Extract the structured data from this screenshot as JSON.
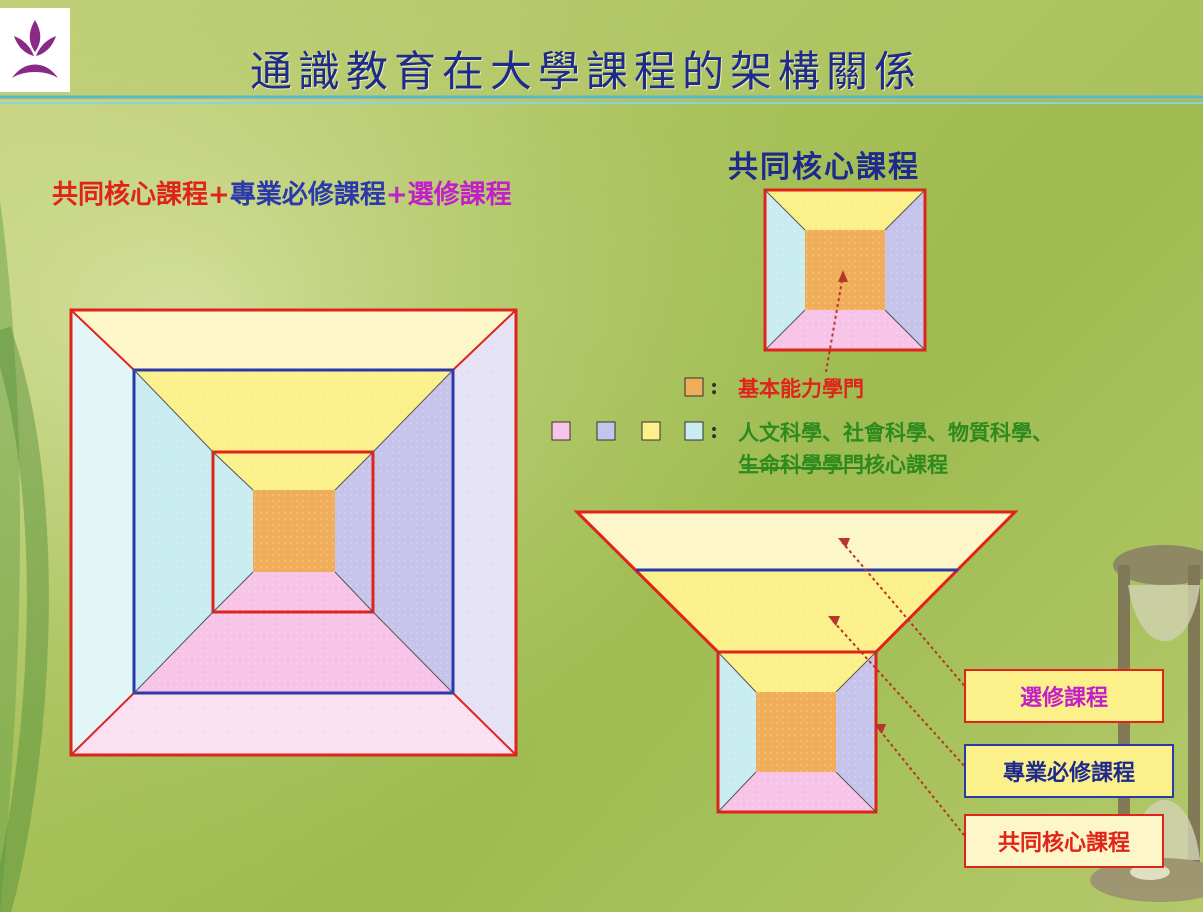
{
  "title": "通識教育在大學課程的架構關係",
  "formula": {
    "part1": "共同核心課程",
    "plus1": "+",
    "part2": "專業必修課程",
    "plus2": "+",
    "part3": "選修課程"
  },
  "core_diagram_title": "共同核心課程",
  "legend": {
    "basic": "基本能力學門",
    "core_line1": "人文科學、社會科學、物質科學、",
    "core_line2": "生命科學學門核心課程"
  },
  "labels": {
    "elective": "選修課程",
    "major": "專業必修課程",
    "core": "共同核心課程"
  },
  "colors": {
    "title": "#1e2a8c",
    "core_red": "#e0241b",
    "major_blue": "#2b3aa8",
    "elective_magenta": "#c21fc8",
    "legend_green": "#2e8a1f",
    "fill_top_yellow": "#fcf08a",
    "fill_center_orange": "#f0ad5a",
    "fill_right_lavender": "#c6c4ea",
    "fill_left_cyan": "#c8ecf0",
    "fill_bottom_pink": "#f7c4e8"
  },
  "icons": [
    "lotus-logo-icon",
    "hourglass-image"
  ]
}
